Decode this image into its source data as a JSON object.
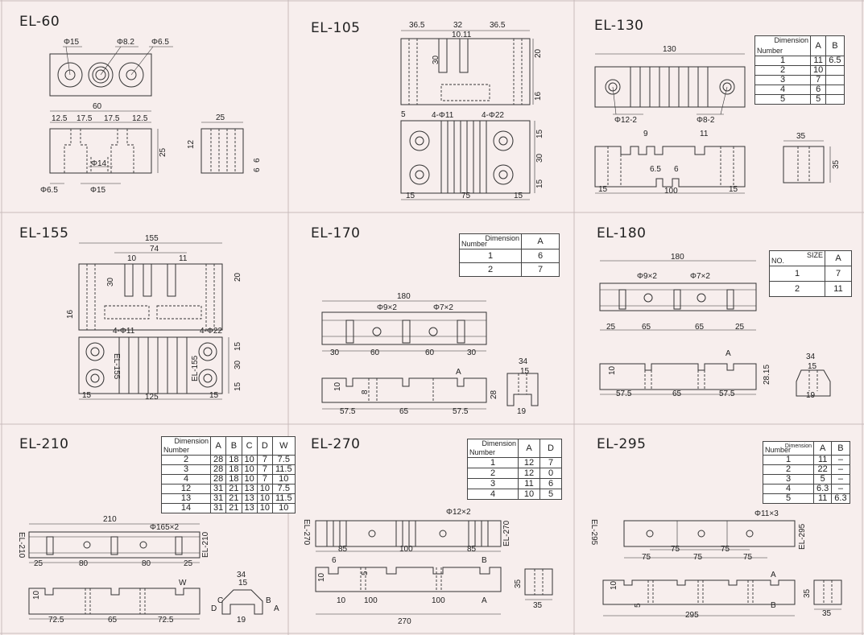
{
  "titles": {
    "el60": "EL-60",
    "el105": "EL-105",
    "el130": "EL-130",
    "el155": "EL-155",
    "el170": "EL-170",
    "el180": "EL-180",
    "el210": "EL-210",
    "el270": "EL-270",
    "el295": "EL-295"
  },
  "el60": {
    "holes": [
      "Φ15",
      "Φ8.2",
      "Φ6.5"
    ],
    "width": "60",
    "segments": [
      "12.5",
      "17.5",
      "17.5",
      "12.5"
    ],
    "height": "25",
    "inner": "Φ14",
    "bottom": "Φ15",
    "left": "Φ6.5",
    "side_width": "25",
    "side_h": "12",
    "side_6a": "6",
    "side_6b": "6"
  },
  "el105": {
    "top": [
      "36.5",
      "32",
      "36.5"
    ],
    "slot": "10.11",
    "d30": "30",
    "d20": "20",
    "d16": "16",
    "d5": "5",
    "h1": "4-Φ11",
    "h2": "4-Φ22",
    "r15a": "15",
    "r30": "30",
    "r15b": "15",
    "b15a": "15",
    "b75": "75",
    "b15b": "15"
  },
  "el130": {
    "length": "130",
    "h1": "Φ12-2",
    "h2": "Φ8-2",
    "d9": "9",
    "d11": "11",
    "d65": "6.5",
    "d6": "6",
    "b15a": "15",
    "b100": "100",
    "b15b": "15",
    "side_w": "35",
    "side_h": "35",
    "table": {
      "h1": "Dimension",
      "h2": "Number",
      "cols": [
        "A",
        "B"
      ],
      "rows": [
        [
          "1",
          "11",
          "6.5"
        ],
        [
          "2",
          "10",
          ""
        ],
        [
          "3",
          "7",
          ""
        ],
        [
          "4",
          "6",
          ""
        ],
        [
          "5",
          "5",
          ""
        ]
      ]
    }
  },
  "el155": {
    "length": "155",
    "d74": "74",
    "d10": "10",
    "d11": "11",
    "d30": "30",
    "d20": "20",
    "d16": "16",
    "h1": "4-Φ11",
    "h2": "4-Φ22",
    "mark": "EL-155",
    "r15a": "15",
    "r30": "30",
    "r15b": "15",
    "b15a": "15",
    "b125": "125",
    "b15b": "15"
  },
  "el170": {
    "length": "180",
    "h1": "Φ9×2",
    "h2": "Φ7×2",
    "segs": [
      "30",
      "60",
      "60",
      "30"
    ],
    "d10": "10",
    "d8": "8",
    "a": "A",
    "d28": "28",
    "b": [
      "57.5",
      "65",
      "57.5"
    ],
    "end_w": "34",
    "end_15": "15",
    "end_19": "19",
    "table": {
      "h1": "Dimension",
      "h2": "Number",
      "cols": [
        "A"
      ],
      "rows": [
        [
          "1",
          "6"
        ],
        [
          "2",
          "7"
        ]
      ]
    }
  },
  "el180": {
    "length": "180",
    "h1": "Φ9×2",
    "h2": "Φ7×2",
    "segs": [
      "25",
      "65",
      "65",
      "25"
    ],
    "d10": "10",
    "a": "A",
    "d2815": "28.15",
    "b": [
      "57.5",
      "65",
      "57.5"
    ],
    "end_w": "34",
    "end_15": "15",
    "end_19": "19",
    "table": {
      "h1": "SIZE",
      "h2": "NO.",
      "cols": [
        "A"
      ],
      "rows": [
        [
          "1",
          "7"
        ],
        [
          "2",
          "11"
        ]
      ]
    }
  },
  "el210": {
    "length": "210",
    "h1": "Φ165×2",
    "mark": "EL-210",
    "segs": [
      "25",
      "80",
      "80",
      "25"
    ],
    "d10": "10",
    "w": "W",
    "b": [
      "72.5",
      "65",
      "72.5"
    ],
    "end_w": "34",
    "end_15": "15",
    "end_19": "19",
    "c": "C",
    "d": "D",
    "bb": "B",
    "aa": "A",
    "table": {
      "h1": "Dimension",
      "h2": "Number",
      "cols": [
        "A",
        "B",
        "C",
        "D",
        "W"
      ],
      "rows": [
        [
          "2",
          "28",
          "18",
          "10",
          "7",
          "7.5"
        ],
        [
          "3",
          "28",
          "18",
          "10",
          "7",
          "11.5"
        ],
        [
          "4",
          "28",
          "18",
          "10",
          "7",
          "10"
        ],
        [
          "12",
          "31",
          "21",
          "13",
          "10",
          "7.5"
        ],
        [
          "13",
          "31",
          "21",
          "13",
          "10",
          "11.5"
        ],
        [
          "14",
          "31",
          "21",
          "13",
          "10",
          "10"
        ]
      ]
    }
  },
  "el270": {
    "h1": "Φ12×2",
    "mark": "EL-270",
    "segs": [
      "85",
      "100",
      "85"
    ],
    "d6": "6",
    "d5": "5",
    "bb": "B",
    "d10a": "10",
    "d10b": "10",
    "d100a": "100",
    "d100b": "100",
    "aa": "A",
    "total": "270",
    "side_w": "35",
    "side_h": "35",
    "table": {
      "h1": "Dimension",
      "h2": "Number",
      "cols": [
        "A",
        "D"
      ],
      "rows": [
        [
          "1",
          "12",
          "7"
        ],
        [
          "2",
          "12",
          "0"
        ],
        [
          "3",
          "11",
          "6"
        ],
        [
          "4",
          "10",
          "5"
        ]
      ]
    }
  },
  "el295": {
    "h1": "Φ11×3",
    "mark": "EL-295",
    "segs": [
      "75",
      "75",
      "75",
      "75",
      "75"
    ],
    "d10": "10",
    "d5": "5",
    "aa": "A",
    "bb": "B",
    "total": "295",
    "side_w": "35",
    "side_h": "35",
    "table": {
      "h1": "Dimension",
      "h2": "Number",
      "cols": [
        "A",
        "B"
      ],
      "rows": [
        [
          "1",
          "11",
          "–"
        ],
        [
          "2",
          "22",
          "–"
        ],
        [
          "3",
          "5",
          "–"
        ],
        [
          "4",
          "6.3",
          "–"
        ],
        [
          "5",
          "11",
          "6.3"
        ]
      ]
    }
  }
}
